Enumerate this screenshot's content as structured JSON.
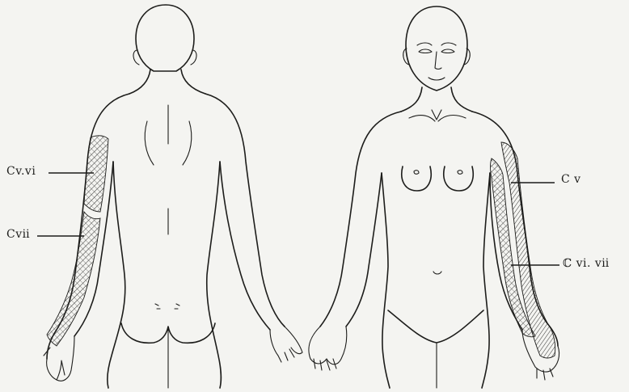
{
  "labels": {
    "back_upper": "Cv.vi",
    "back_lower": "Cvⅱ",
    "front_upper": "C v",
    "front_lower": "ℂ vi. vⅱ"
  },
  "colors": {
    "ink": "#1d1d1b",
    "paper": "#f4f4f1"
  }
}
